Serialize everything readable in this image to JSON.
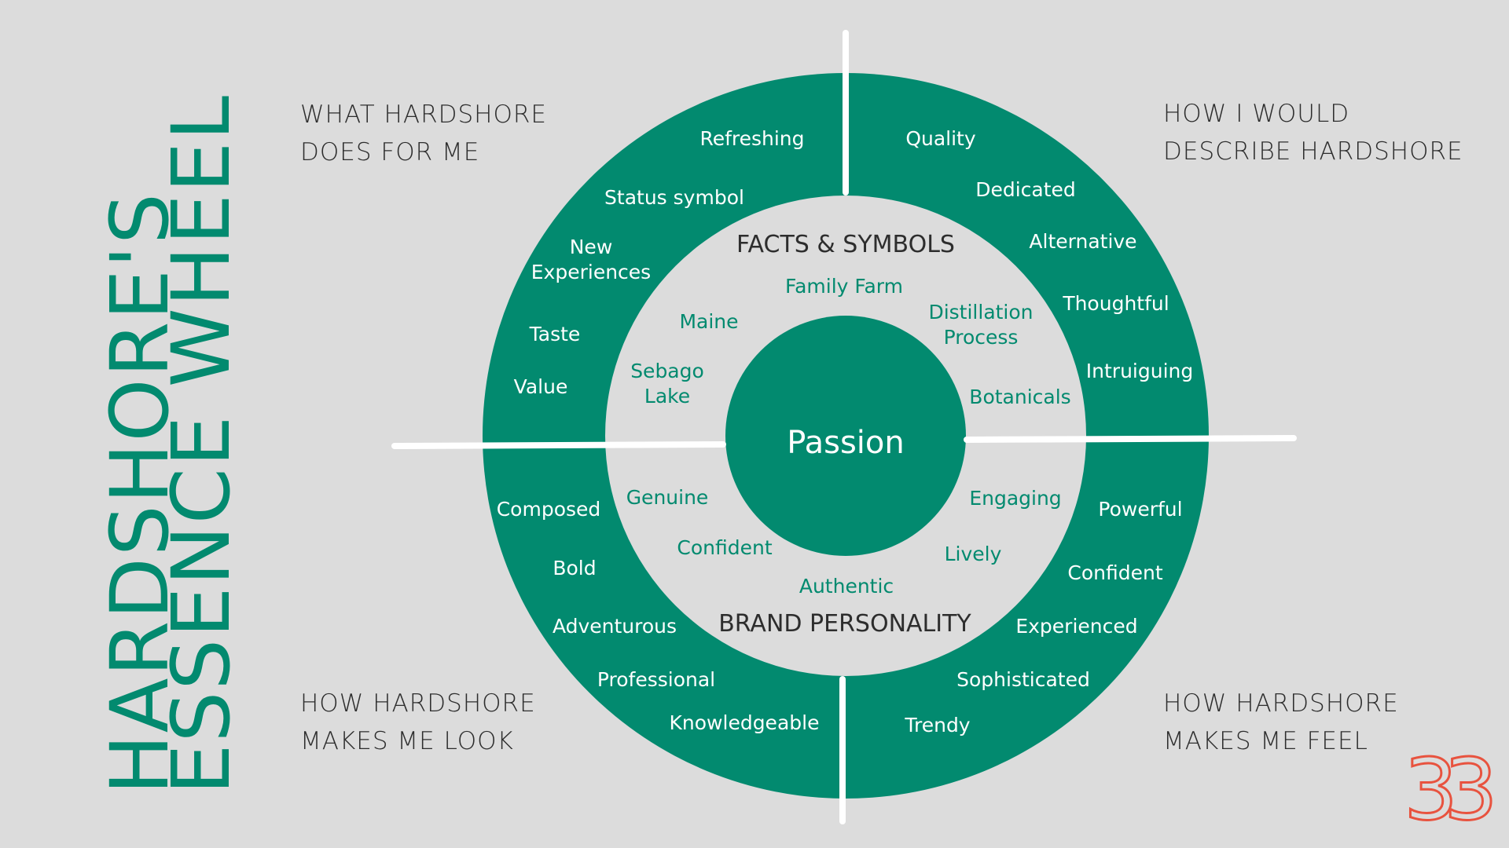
{
  "title": {
    "line1": "HARDSHORE'S",
    "line2": "ESSENCE WHEEL"
  },
  "quadrants": {
    "top_left": {
      "line1": "WHAT HARDSHORE",
      "line2": "DOES FOR ME"
    },
    "top_right": {
      "line1": "HOW I WOULD",
      "line2": "DESCRIBE HARDSHORE"
    },
    "bottom_left": {
      "line1": "HOW HARDSHORE",
      "line2": "MAKES ME LOOK"
    },
    "bottom_right": {
      "line1": "HOW HARDSHORE",
      "line2": "MAKES ME FEEL"
    }
  },
  "center": {
    "label": "Passion"
  },
  "inner_ring": {
    "top_heading": "FACTS & SYMBOLS",
    "bottom_heading": "BRAND PERSONALITY",
    "facts_symbols": [
      "Family Farm",
      "Maine",
      "Distillation",
      "Process",
      "Sebago",
      "Lake",
      "Botanicals"
    ],
    "brand_personality": [
      "Genuine",
      "Confident",
      "Authentic",
      "Engaging",
      "Lively"
    ]
  },
  "outer_ring": {
    "does_for_me": [
      "Refreshing",
      "Status symbol",
      "New",
      "Experiences",
      "Taste",
      "Value"
    ],
    "describe": [
      "Quality",
      "Dedicated",
      "Alternative",
      "Thoughtful",
      "Intruiguing"
    ],
    "makes_me_look": [
      "Composed",
      "Bold",
      "Adventurous",
      "Professional",
      "Knowledgeable"
    ],
    "makes_me_feel": [
      "Powerful",
      "Confident",
      "Experienced",
      "Sophisticated",
      "Trendy"
    ]
  },
  "logo": {
    "text": "33",
    "color": "#e8533f"
  },
  "colors": {
    "background": "#dcdcdc",
    "teal": "#028a6f",
    "inner": "#dcdcdc",
    "divider": "#ffffff"
  }
}
